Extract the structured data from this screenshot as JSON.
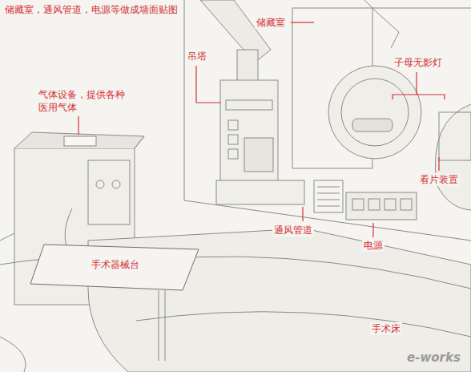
{
  "diagram": {
    "labels": [
      "储藏室，通风管道，电源等做成墙面贴图",
      "储藏室",
      "吊塔",
      "子母无影灯",
      "气体设备，提供各种医用气体",
      "看片装置",
      "通风管道",
      "电源",
      "手术器械台",
      "手术床",
      "e-works"
    ]
  }
}
